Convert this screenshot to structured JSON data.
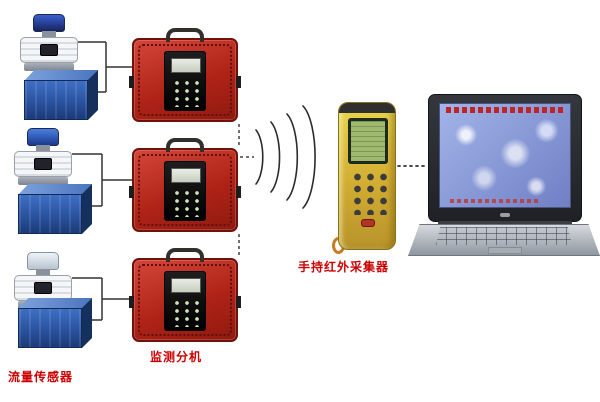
{
  "labels": {
    "flow_sensor": "流量传感器",
    "monitor_unit": "监测分机",
    "handheld_collector": "手持红外采集器"
  },
  "colors": {
    "label_text": "#cc0000",
    "monitor_box_red": "#b02317",
    "sensor_tank_blue": "#2a53a0",
    "handheld_yellow": "#d2ad32",
    "handheld_lcd_green": "#9fb96f",
    "laptop_screen_blue": "#7c8fd0"
  },
  "counts": {
    "flow_sensors": 3,
    "monitor_units": 3
  }
}
